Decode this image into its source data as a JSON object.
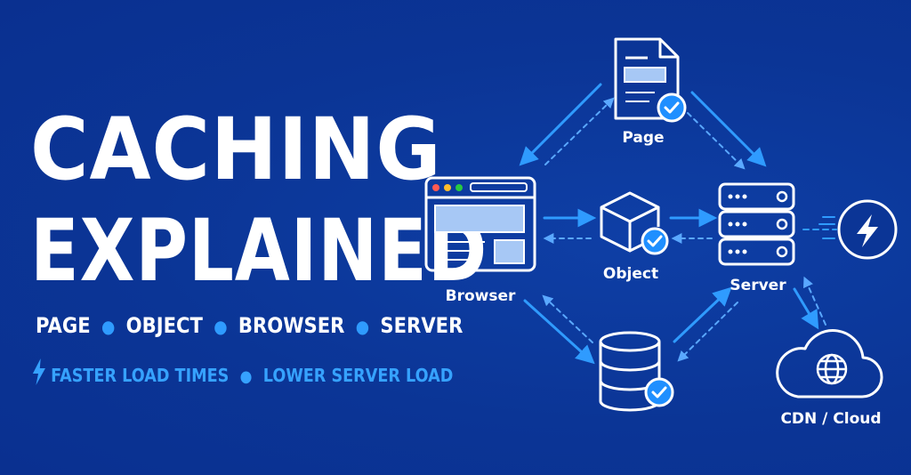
{
  "title": {
    "line1": "CACHING",
    "line2": "EXPLAINED"
  },
  "tags": [
    "PAGE",
    "OBJECT",
    "BROWSER",
    "SERVER"
  ],
  "benefits": [
    "FASTER LOAD TIMES",
    "LOWER SERVER LOAD"
  ],
  "nodes": {
    "page": "Page",
    "object": "Object",
    "browser": "Browser",
    "server": "Server",
    "cdn": "CDN / Cloud"
  },
  "colors": {
    "background": "#0b3596",
    "accent": "#2f9bff",
    "text": "#ffffff",
    "panel": "#a7c8f5"
  },
  "icons": [
    "browser-window-icon",
    "page-document-icon",
    "object-cube-icon",
    "server-stack-icon",
    "database-icon",
    "cloud-globe-icon",
    "lightning-bolt-icon",
    "check-badge-icon"
  ]
}
